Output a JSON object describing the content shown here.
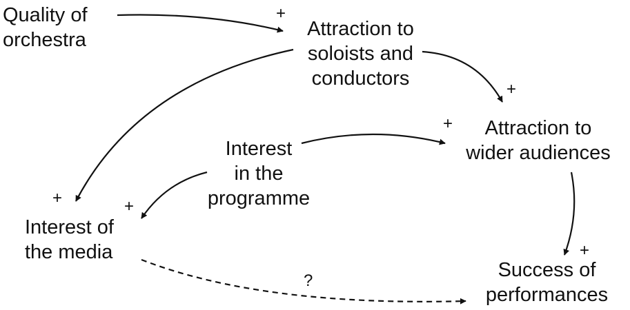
{
  "nodes": {
    "quality_of_orchestra": [
      "Quality of",
      "orchestra"
    ],
    "attraction_to_soloists": [
      "Attraction to",
      "soloists and",
      "conductors"
    ],
    "attraction_to_wider_audiences": [
      "Attraction to",
      "wider audiences"
    ],
    "interest_in_programme": [
      "Interest",
      "in the",
      "programme"
    ],
    "interest_of_media": [
      "Interest of",
      "the media"
    ],
    "success_of_performances": [
      "Success of",
      "performances"
    ]
  },
  "links": [
    {
      "from": "Quality of orchestra",
      "to": "Attraction to soloists and conductors",
      "polarity": "+",
      "style": "solid"
    },
    {
      "from": "Attraction to soloists and conductors",
      "to": "Attraction to wider audiences",
      "polarity": "+",
      "style": "solid"
    },
    {
      "from": "Attraction to soloists and conductors",
      "to": "Interest of the media",
      "polarity": "+",
      "style": "solid"
    },
    {
      "from": "Interest in the programme",
      "to": "Attraction to wider audiences",
      "polarity": "+",
      "style": "solid"
    },
    {
      "from": "Interest in the programme",
      "to": "Interest of the media",
      "polarity": "+",
      "style": "solid"
    },
    {
      "from": "Attraction to wider audiences",
      "to": "Success of performances",
      "polarity": "+",
      "style": "solid"
    },
    {
      "from": "Interest of the media",
      "to": "Success of performances",
      "polarity": "?",
      "style": "dashed"
    }
  ]
}
